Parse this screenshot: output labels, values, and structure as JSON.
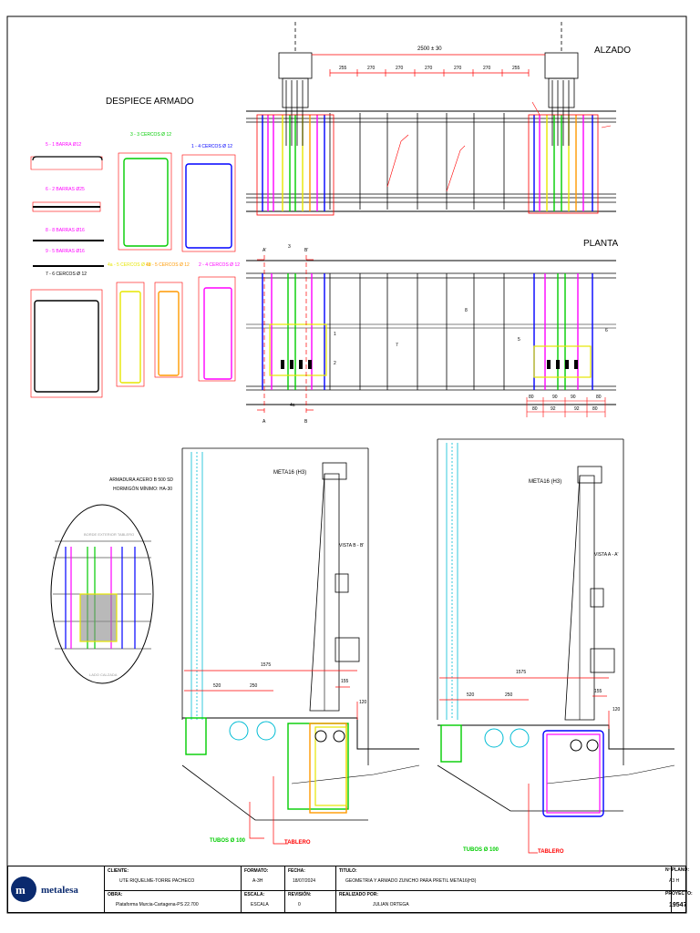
{
  "views": {
    "alzado": "ALZADO",
    "planta": "PLANTA",
    "despiece": "DESPIECE ARMADO",
    "vista_b": "VISTA B - B'",
    "vista_a": "VISTA A - A'"
  },
  "alzado_dims": {
    "total": "2500 ± 30",
    "segments": [
      "255",
      "270",
      "270",
      "270",
      "270",
      "270",
      "255"
    ]
  },
  "planta_dims": {
    "row1": [
      "80",
      "90",
      "90",
      "80"
    ],
    "row2": [
      "80",
      "92",
      "92",
      "80"
    ],
    "markers": [
      "A'",
      "3",
      "B'",
      "A",
      "B",
      "4a",
      "1",
      "2",
      "5",
      "6",
      "7",
      "8"
    ]
  },
  "despiece": {
    "bar5": "5 - 1 BARRA Ø12",
    "bar6": "6 - 2 BARRAS Ø25",
    "bar8": "8 - 8 BARRAS Ø16",
    "bar9": "9 - 5 BARRAS Ø16",
    "ring7": "7 - 6 CERCOS Ø 12",
    "ring3": "3 - 3 CERCOS Ø 12",
    "ring1": "1 - 4 CERCOS Ø 12",
    "ring4a": "4a - 5 CERCOS Ø 12",
    "ring4b": "4b - 5 CERCOS Ø 12",
    "ring2": "2 - 4 CERCOS Ø 12"
  },
  "notes": {
    "armadura": "ARMADURA ACERO B 500 SD",
    "hormigon": "HORMIGÓN MÍNIMO: HA-30",
    "borde": "BORDE EXTERIOR TABLERO",
    "lado": "LADO CALZADA"
  },
  "section_labels": {
    "meta_b": "META16 (H3)",
    "meta_a": "META16 (H3)",
    "dims_b": [
      "1575",
      "520",
      "250",
      "155",
      "120"
    ],
    "dims_a": [
      "1575",
      "520",
      "250",
      "155",
      "120"
    ],
    "tubos_b": "TUBOS Ø 100",
    "tablero_b": "TABLERO",
    "tubos_a": "TUBOS Ø 100",
    "tablero_a": "TABLERO"
  },
  "titleblock": {
    "logo": "metalesa",
    "cliente_k": "CLIENTE:",
    "cliente_v": "UTE RIQUELME-TORRE PACHECO",
    "obra_k": "OBRA:",
    "obra_v": "Plataforma Murcia-Cartagena-PS 22.700",
    "formato_k": "FORMATO:",
    "formato_v": "A-3H",
    "escala_k": "ESCALA:",
    "escala_v": "ESCALA",
    "fecha_k": "FECHA:",
    "fecha_v": "18/07/2024",
    "revision_k": "REVISIÓN:",
    "revision_v": "0",
    "titulo_k": "TITULO:",
    "titulo_v": "GEOMETRIA Y ARMADO ZUNCHO PARA PRETIL META16(H3)",
    "realizado_k": "REALIZADO POR:",
    "realizado_v": "JULIAN ORTEGA",
    "plano_k": "Nº PLANO:",
    "plano_v": "A3 H",
    "proyecto_k": "PROYECTO:",
    "proyecto_v": "19547"
  },
  "colors": {
    "red": "#ff0000",
    "magenta": "#ff00ff",
    "green": "#00cc00",
    "blue": "#0000ff",
    "yellow": "#e6e600",
    "orange": "#ff9900",
    "cyan": "#00bcd4",
    "black": "#000000"
  }
}
